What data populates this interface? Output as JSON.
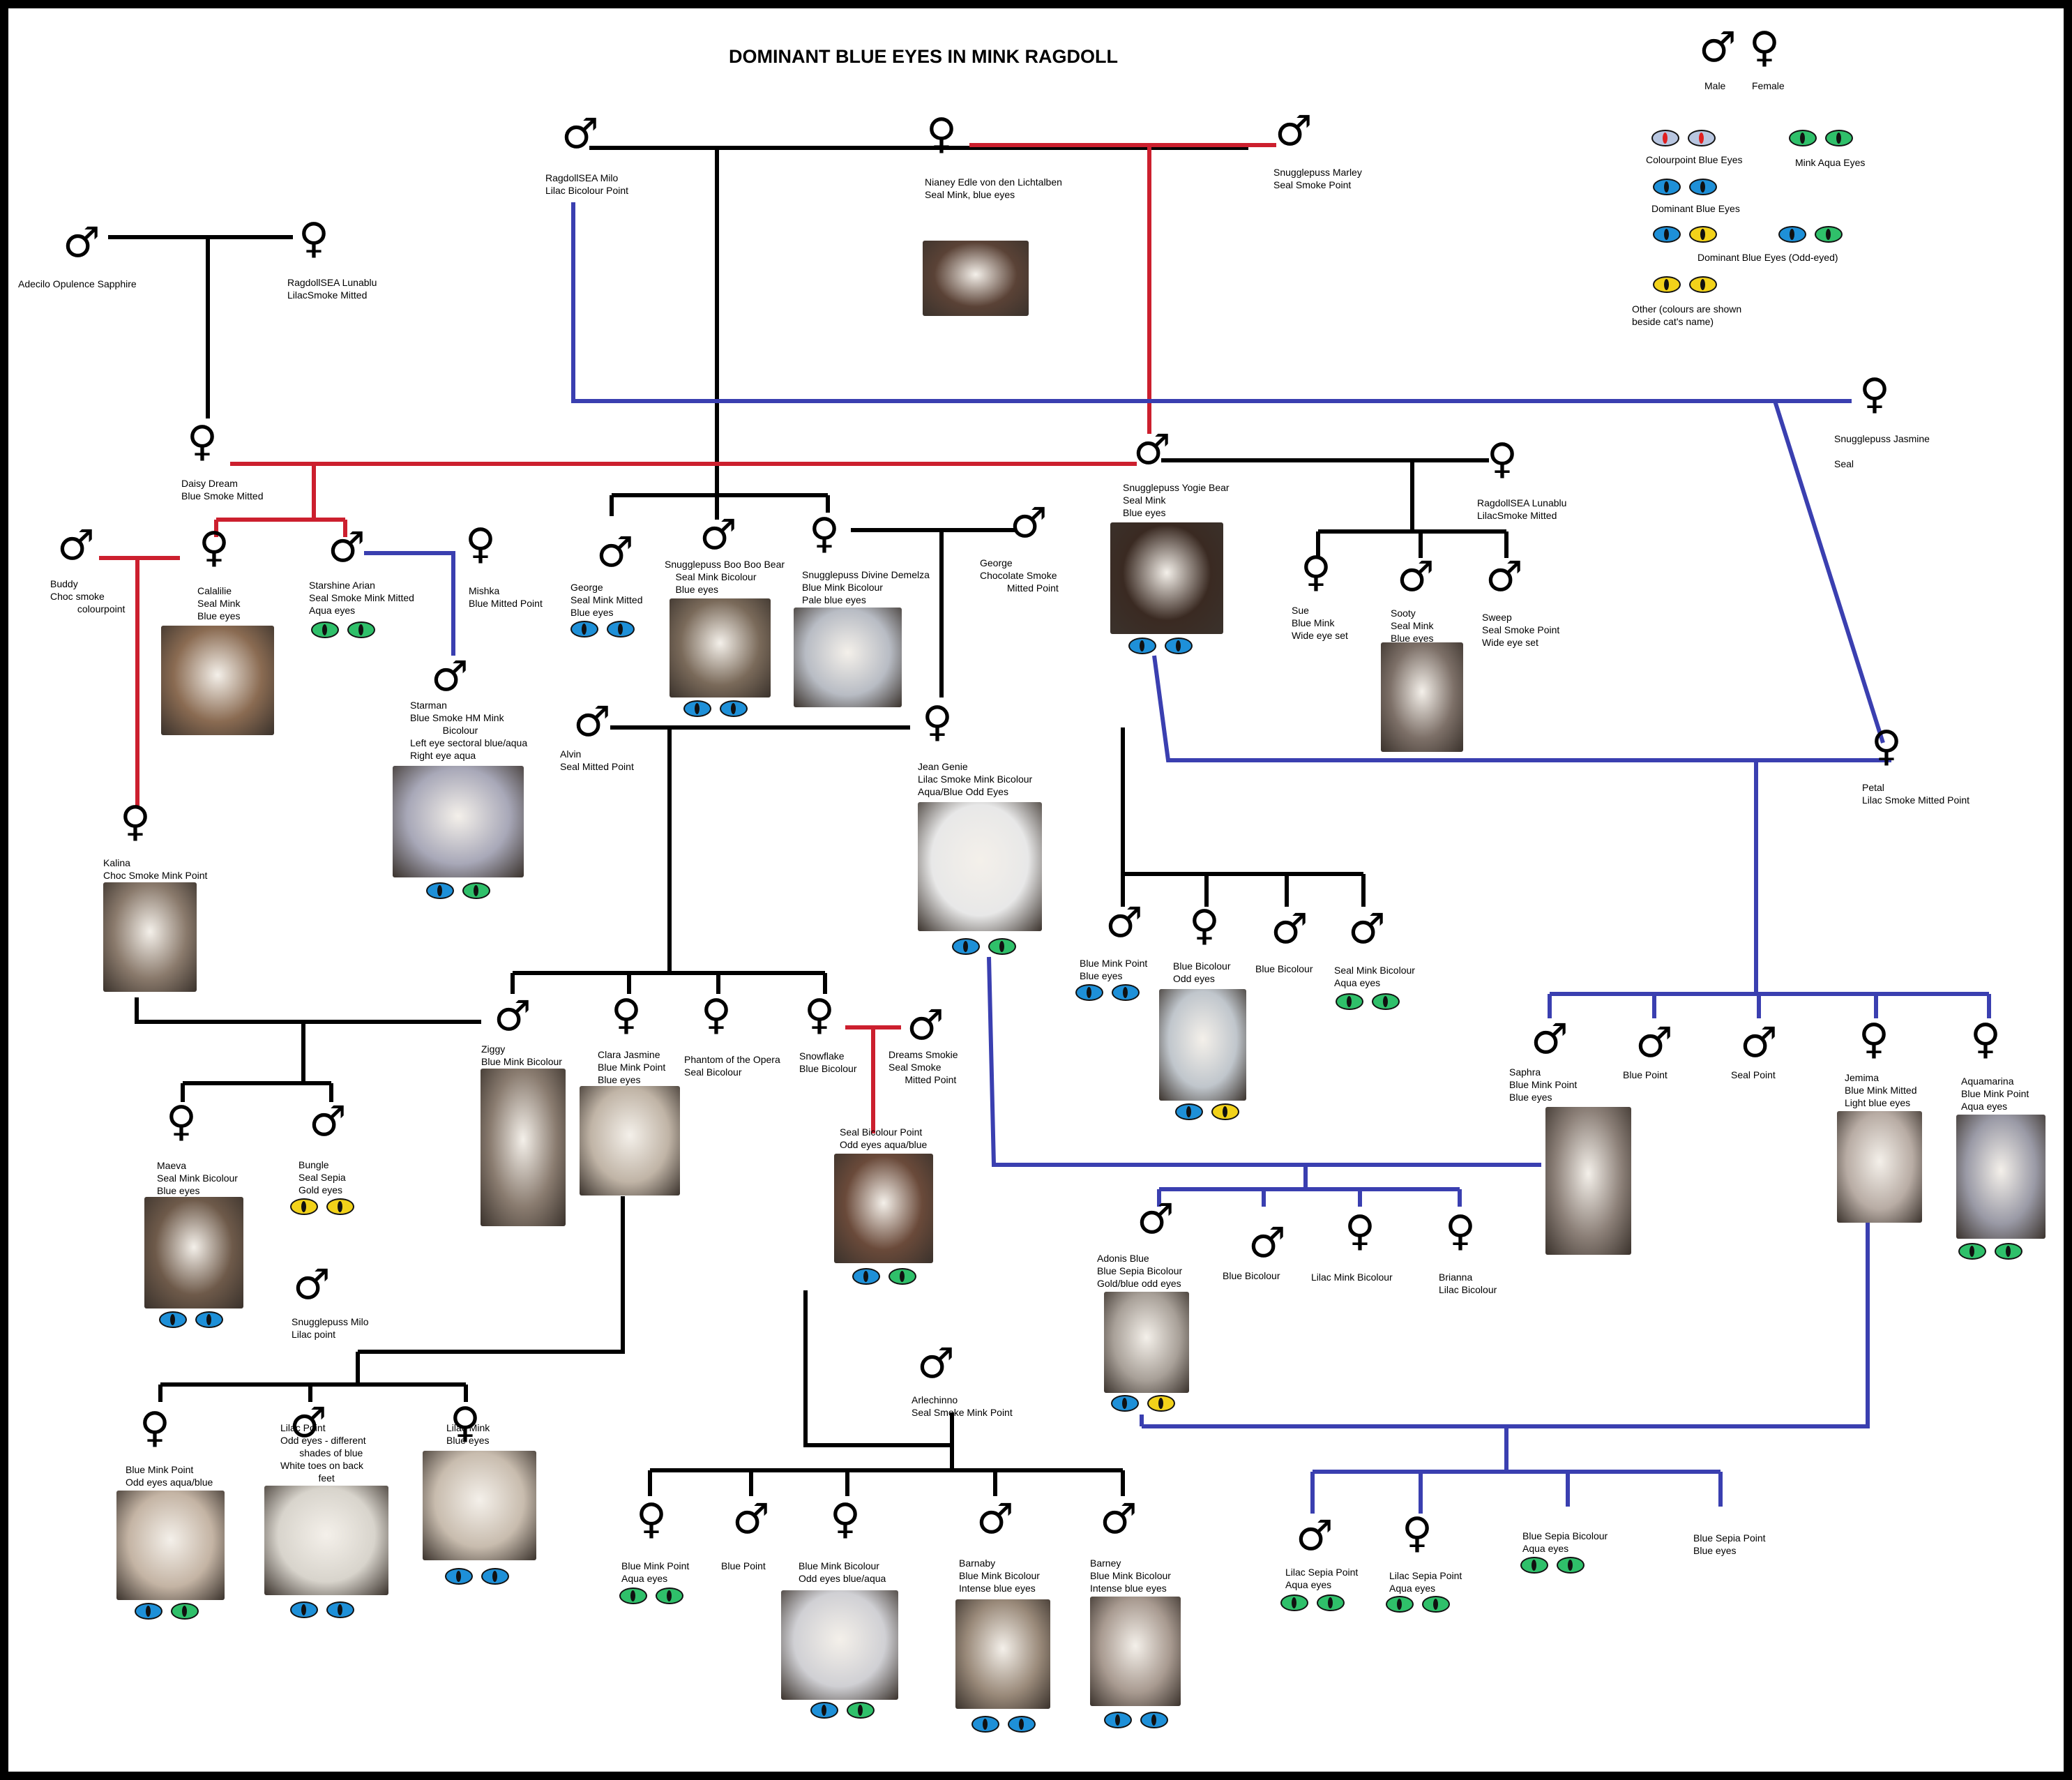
{
  "title": "DOMINANT BLUE EYES IN MINK RAGDOLL",
  "legend": {
    "male": "Male",
    "female": "Female",
    "colourpoint_blue": "Colourpoint Blue Eyes",
    "mink_aqua": "Mink Aqua Eyes",
    "dominant_blue": "Dominant Blue Eyes",
    "dominant_blue_odd": "Dominant Blue Eyes (Odd-eyed)",
    "other": "Other (colours are shown\nbeside cat's name)"
  },
  "colors": {
    "black_line": "#000000",
    "red_line": "#cc1f2e",
    "blue_line": "#3a3fb0",
    "eye_blue": "#1e90d8",
    "eye_aqua": "#2fc06a",
    "eye_gold": "#f2d21a",
    "eye_colourpoint_red": "#e02020"
  },
  "cats": {
    "milo_sea": "RagdollSEA Milo\nLilac Bicolour Point",
    "nianey": "Nianey Edle von den Lichtalben\nSeal Mink, blue eyes",
    "marley": "Snugglepuss Marley\nSeal Smoke Point",
    "adecilo": "Adecilo Opulence Sapphire",
    "lunablu1": "RagdollSEA Lunablu\nLilacSmoke Mitted",
    "jasmine": "Snugglepuss Jasmine\n\nSeal",
    "daisy": "Daisy Dream\nBlue Smoke Mitted",
    "yogie": "Snugglepuss Yogie Bear\nSeal Mink\nBlue eyes",
    "lunablu2": "RagdollSEA Lunablu\nLilacSmoke Mitted",
    "buddy": "Buddy\nChoc smoke\n          colourpoint",
    "calalilie": "Calalilie\nSeal Mink\nBlue eyes",
    "starshine": "Starshine Arian\nSeal Smoke Mink Mitted\nAqua eyes",
    "mishka": "Mishka\nBlue Mitted Point",
    "george1": "George\nSeal Mink Mitted\nBlue eyes",
    "booboo": "Snugglepuss Boo Boo Bear\n    Seal Mink Bicolour\n    Blue eyes",
    "demelza": "Snugglepuss Divine Demelza\nBlue Mink Bicolour\nPale blue eyes",
    "george2": "George\nChocolate Smoke\n          Mitted Point",
    "sue": "Sue\nBlue Mink\nWide eye set",
    "sooty": "Sooty\nSeal Mink\nBlue eyes",
    "sweep": "Sweep\nSeal Smoke Point\nWide eye set",
    "starman": "Starman\nBlue Smoke HM Mink\n            Bicolour\nLeft eye sectoral blue/aqua\nRight eye aqua",
    "alvin": "Alvin\nSeal Mitted Point",
    "jean": "Jean Genie\nLilac Smoke Mink Bicolour\nAqua/Blue Odd Eyes",
    "petal": "Petal\nLilac Smoke Mitted Point",
    "kalina": "Kalina\nChoc Smoke Mink Point",
    "bmp1": "Blue Mink Point\nBlue eyes",
    "bbc_odd": "Blue Bicolour\nOdd eyes",
    "bbc1": "Blue Bicolour",
    "smb_aqua": "Seal Mink Bicolour\nAqua eyes",
    "ziggy": "Ziggy\nBlue Mink Bicolour",
    "clara": "Clara Jasmine\nBlue Mink Point\nBlue eyes",
    "phantom": "Phantom of the Opera\nSeal Bicolour",
    "snowflake": "Snowflake\nBlue Bicolour",
    "dreams": "Dreams Smokie\nSeal Smoke\n      Mitted Point",
    "sbp_odd": "Seal Bicolour Point\nOdd eyes aqua/blue",
    "saphra": "Saphra\nBlue Mink Point\nBlue eyes",
    "bp": "Blue Point",
    "sp": "Seal Point",
    "jemima": "Jemima\nBlue Mink Mitted\nLight blue eyes",
    "aquamarina": "Aquamarina\nBlue Mink Point\nAqua eyes",
    "maeva": "Maeva\nSeal Mink Bicolour\nBlue eyes",
    "bungle": "Bungle\nSeal Sepia\nGold eyes",
    "milo_sp": "Snugglepuss Milo\nLilac point",
    "adonis": "Adonis Blue\nBlue Sepia Bicolour\nGold/blue odd eyes",
    "bbc2": "Blue Bicolour",
    "lmb": "Lilac Mink Bicolour",
    "brianna": "Brianna\nLilac Bicolour",
    "bmp_odd": "Blue Mink Point\nOdd eyes aqua/blue",
    "lp_odd": "Lilac Point\nOdd eyes - different\n       shades of blue\nWhite toes on back\n              feet",
    "lm": "Lilac Mink\nBlue eyes",
    "arlechinno": "Arlechinno\nSeal Smoke Mink Point",
    "bmp_aqua": "Blue Mink Point\nAqua eyes",
    "bp2": "Blue Point",
    "bmb_odd": "Blue Mink Bicolour\nOdd eyes blue/aqua",
    "barnaby": "Barnaby\nBlue Mink Bicolour\nIntense blue eyes",
    "barney": "Barney\nBlue Mink Bicolour\nIntense blue eyes",
    "lsp1": "Lilac Sepia Point\nAqua eyes",
    "lsp2": "Lilac Sepia Point\nAqua eyes",
    "bsb": "Blue Sepia Bicolour\nAqua eyes",
    "bsp": "Blue Sepia Point\nBlue eyes"
  }
}
